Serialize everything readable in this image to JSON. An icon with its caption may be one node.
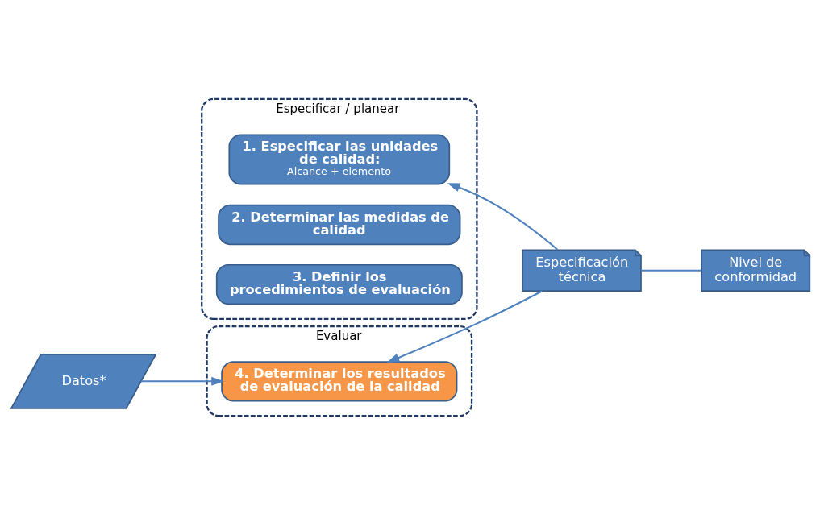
{
  "diagram": {
    "nodes": [
      {
        "text": [
          "Especificar / planear"
        ]
      },
      {
        "text": [
          "1. Especificar las unidades de calidad:",
          "Alcance + elemento"
        ],
        "in": 0
      },
      {
        "text": [
          "2. Determinar las medidas de calidad"
        ],
        "in": 0
      },
      {
        "text": [
          "3. Definir los procedimientos de evaluación"
        ],
        "in": 0
      },
      {
        "text": [
          "Evaluar"
        ]
      },
      {
        "text": [
          "4. Determinar los resultados de evaluación de la calidad"
        ],
        "in": 4
      },
      {
        "text": [
          "Especificación técnica"
        ]
      },
      {
        "text": [
          "Datos*"
        ]
      },
      {
        "text": [
          "Nivel de conformidad"
        ]
      }
    ],
    "edges": [
      {
        "from": 6,
        "to": 1,
        "arrow": "to"
      },
      {
        "from": 6,
        "to": 5,
        "arrow": "to"
      },
      {
        "from": 7,
        "to": 5,
        "arrow": "to"
      },
      {
        "from": 6,
        "to": 8,
        "arrow": "none"
      }
    ]
  }
}
